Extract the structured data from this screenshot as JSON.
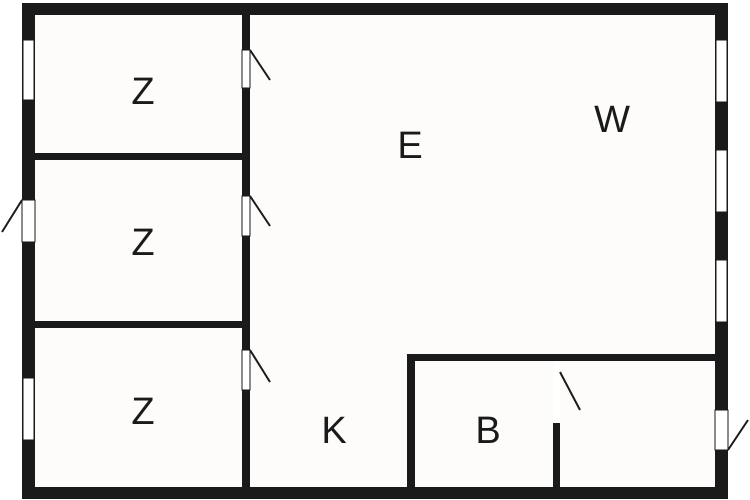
{
  "colors": {
    "wall": "#1a1a1a",
    "floor": "#fdfcfb",
    "opening": "#ffffff",
    "door_swing": "#1a1a1a"
  },
  "rooms": [
    {
      "id": "z1",
      "label": "Z"
    },
    {
      "id": "z2",
      "label": "Z"
    },
    {
      "id": "z3",
      "label": "Z"
    },
    {
      "id": "e",
      "label": "E"
    },
    {
      "id": "w",
      "label": "W"
    },
    {
      "id": "k",
      "label": "K"
    },
    {
      "id": "b",
      "label": "B"
    }
  ]
}
